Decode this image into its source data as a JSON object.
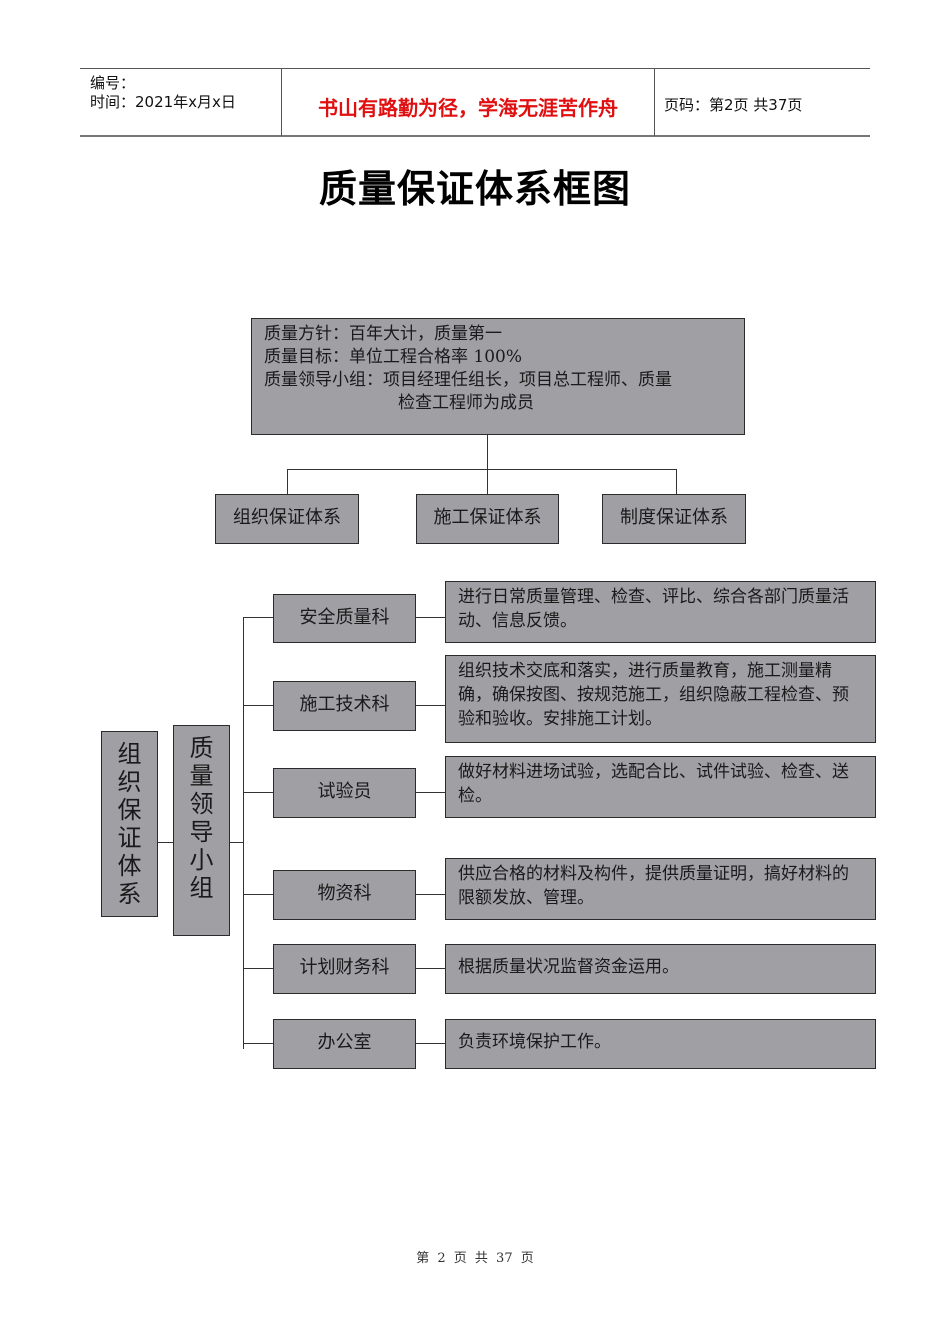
{
  "header": {
    "serial_label": "编号：",
    "date_label": "时间：2021年x月x日",
    "motto": "书山有路勤为径，学海无涯苦作舟",
    "page_info": "页码：第2页  共37页"
  },
  "title": "质量保证体系框图",
  "top_box": {
    "line1": "质量方针：百年大计，质量第一",
    "line2": "质量目标：单位工程合格率 100%",
    "line3": "质量领导小组：项目经理任组长，项目总工程师、质量",
    "line4": "检查工程师为成员"
  },
  "systems": [
    {
      "label": "组织保证体系"
    },
    {
      "label": "施工保证体系"
    },
    {
      "label": "制度保证体系"
    }
  ],
  "left_vertical": {
    "org_system": "组织保证体系",
    "leader_group": "质量领导小组"
  },
  "departments": [
    {
      "name": "安全质量科",
      "duty": "进行日常质量管理、检查、评比、综合各部门质量活动、信息反馈。"
    },
    {
      "name": "施工技术科",
      "duty": "组织技术交底和落实，进行质量教育，施工测量精确，确保按图、按规范施工，组织隐蔽工程检查、预验和验收。安排施工计划。"
    },
    {
      "name": "试验员",
      "duty": "做好材料进场试验，选配合比、试件试验、检查、送检。"
    },
    {
      "name": "物资科",
      "duty": "供应合格的材料及构件，提供质量证明，搞好材料的限额发放、管理。"
    },
    {
      "name": "计划财务科",
      "duty": "根据质量状况监督资金运用。"
    },
    {
      "name": "办公室",
      "duty": "负责环境保护工作。"
    }
  ],
  "footer": {
    "page_text": "第 2 页 共 37 页"
  },
  "colors": {
    "box_fill": "#a09fa4",
    "motto_red": "#e01010"
  }
}
